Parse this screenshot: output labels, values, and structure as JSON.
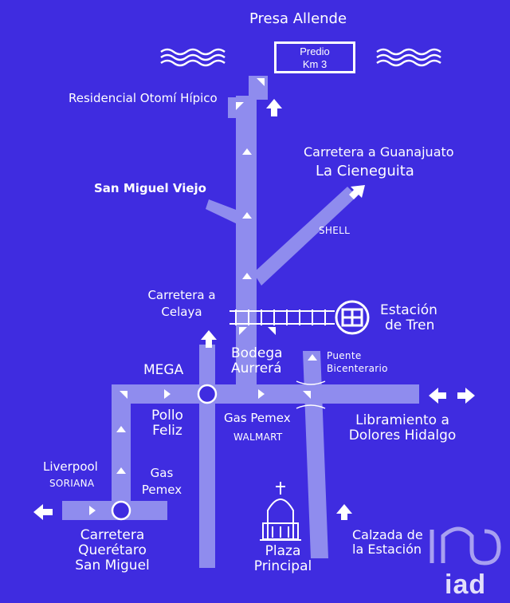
{
  "map": {
    "labels": {
      "presa": "Presa Allende",
      "predio_line1": "Predio",
      "predio_line2": "Km 3",
      "residencial": "Residencial Otomí Hípico",
      "guanajuato": "Carretera a Guanajuato",
      "cieneguita": "La Cieneguita",
      "sm_viejo": "San Miguel Viejo",
      "shell": "SHELL",
      "celaya_line1": "Carretera a",
      "celaya_line2": "Celaya",
      "estacion_line1": "Estación",
      "estacion_line2": "de Tren",
      "bodega_line1": "Bodega",
      "bodega_line2": "Aurrerá",
      "puente_line1": "Puente",
      "puente_line2": "Bicenterario",
      "mega": "MEGA",
      "pollo_line1": "Pollo",
      "pollo_line2": "Feliz",
      "gas_pemex_1": "Gas Pemex",
      "walmart": "WALMART",
      "libramiento_line1": "Libramiento a",
      "libramiento_line2": "Dolores Hidalgo",
      "liverpool": "Liverpool",
      "soriana": "SORIANA",
      "gas_line1": "Gas",
      "gas_line2": "Pemex",
      "queretaro_line1": "Carretera",
      "queretaro_line2": "Querétaro",
      "queretaro_line3": "San Miguel",
      "plaza_line1": "Plaza",
      "plaza_line2": "Principal",
      "calzada_line1": "Calzada de",
      "calzada_line2": "la Estación"
    },
    "watermark": "iad",
    "colors": {
      "background": "#3f2ce0",
      "road": "#8f8cee",
      "text": "#ffffff"
    },
    "icons": [
      "water-waves-icon",
      "train-station-icon",
      "church-icon",
      "roundabout-icon",
      "direction-arrow-icon",
      "iad-logo-icon"
    ]
  }
}
